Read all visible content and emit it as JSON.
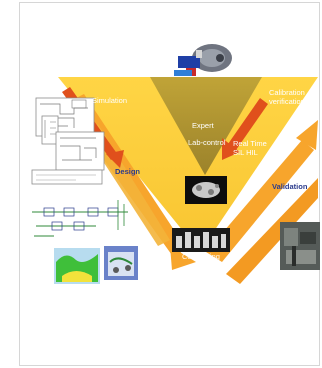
{
  "diagram": {
    "labels": {
      "simulation": "Simulation",
      "calibration_line1": "Calibration",
      "calibration_line2": "verification",
      "center_label_1": "Expert",
      "center_label_2": "Lab-control",
      "realtime_line1": "Real Time",
      "realtime_line2": "SIL HIL",
      "design": "Design",
      "validation": "Validation",
      "component": "Composing"
    },
    "icons": {
      "top": "engine-model-icon",
      "middle": "gear-pump-icon",
      "bottom": "component-rig-icon",
      "right": "test-bench-photo",
      "left_top": "schematic-diagrams",
      "left_middle": "block-diagram",
      "left_bottom": "simulation-plot-thumbnails"
    },
    "colors": {
      "v_fill": "#ffd545",
      "v_tint": "#c8ad3c",
      "v_inner": "#9e8a32",
      "arrow": "#f7a52c",
      "arrow_dark": "#e06c1a",
      "red_arrow": "#e0501c",
      "label_text": "#ffffff",
      "blue_text": "#2b3b8c"
    }
  }
}
